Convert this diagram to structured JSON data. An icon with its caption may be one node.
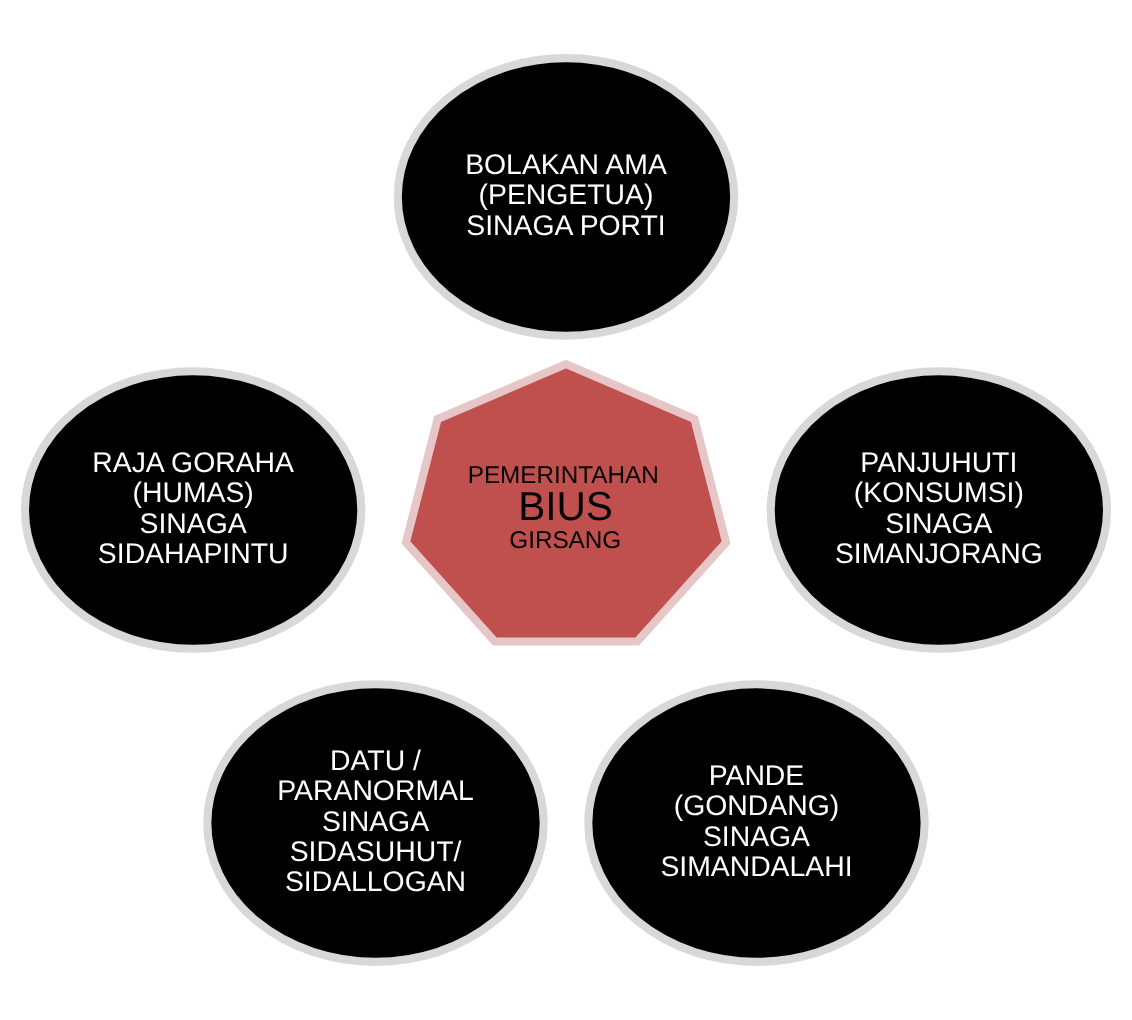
{
  "diagram": {
    "nodes": [
      {
        "text": [
          "BOLAKAN AMA (PENGETUA) SINAGA PORTI"
        ]
      },
      {
        "text": [
          "RAJA GORAHA (HUMAS) SINAGA SIDAHAPINTU"
        ]
      },
      {
        "text": [
          "PEMERINTAHAN",
          "BIUS",
          "GIRSANG"
        ]
      },
      {
        "text": [
          "PANJUHUTI (KONSUMSI) SINAGA SIMANJORANG"
        ]
      },
      {
        "text": [
          "DATU / PARANORMAL SINAGA SIDASUHUT/ SIDALLOGAN"
        ]
      },
      {
        "text": [
          "PANDE (GONDANG) SINAGA SIMANDALAHI"
        ]
      }
    ]
  }
}
